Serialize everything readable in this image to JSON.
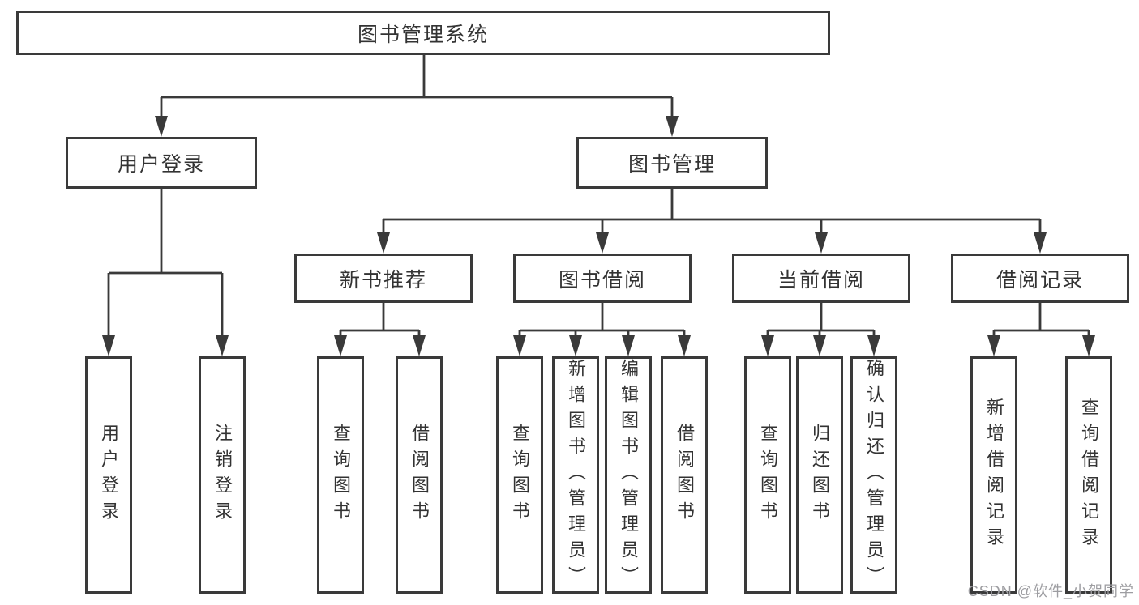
{
  "tree": {
    "label": "图书管理系统",
    "children": [
      {
        "label": "用户登录",
        "children": [
          {
            "label": "用户登录"
          },
          {
            "label": "注销登录"
          }
        ]
      },
      {
        "label": "图书管理",
        "children": [
          {
            "label": "新书推荐",
            "children": [
              {
                "label": "查询图书"
              },
              {
                "label": "借阅图书"
              }
            ]
          },
          {
            "label": "图书借阅",
            "children": [
              {
                "label": "查询图书"
              },
              {
                "label": "新增图书（管理员）"
              },
              {
                "label": "编辑图书（管理员）"
              },
              {
                "label": "借阅图书"
              }
            ]
          },
          {
            "label": "当前借阅",
            "children": [
              {
                "label": "查询图书"
              },
              {
                "label": "归还图书"
              },
              {
                "label": "确认归还（管理员）"
              }
            ]
          },
          {
            "label": "借阅记录",
            "children": [
              {
                "label": "新增借阅记录"
              },
              {
                "label": "查询借阅记录"
              }
            ]
          }
        ]
      }
    ]
  },
  "watermark": {
    "text": "CSDN @软件_小贺同学"
  },
  "colors": {
    "line": "#3a3a3a",
    "text": "#333333",
    "watermark": "#9d9da1",
    "background": "#ffffff"
  }
}
